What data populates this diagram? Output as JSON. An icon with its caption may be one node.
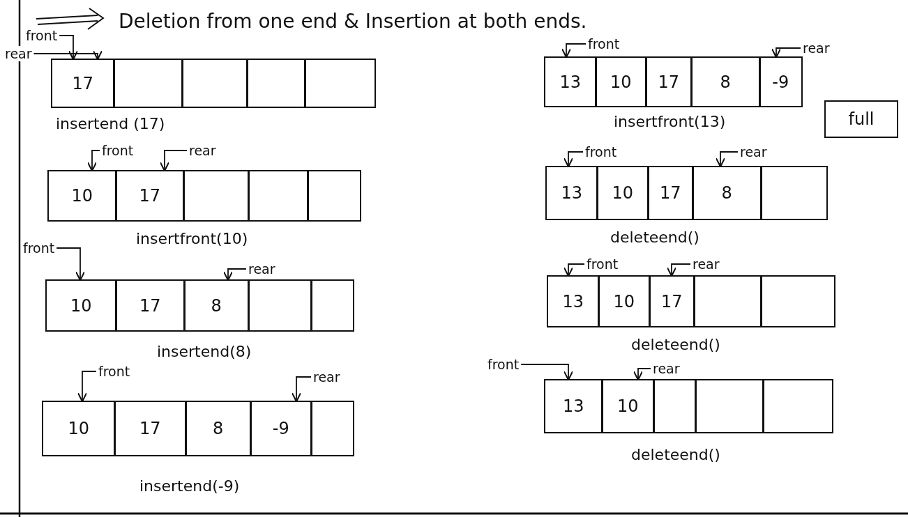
{
  "diagram": {
    "title": "Deletion from one end & Insertion at both ends.",
    "nodes": [
      {
        "text": [
          "front"
        ]
      },
      {
        "text": [
          "rear"
        ]
      },
      {
        "text": [
          "17"
        ]
      },
      {
        "text": [],
        "shape": "box"
      },
      {
        "text": [],
        "shape": "box"
      },
      {
        "text": [],
        "shape": "box"
      },
      {
        "text": [],
        "shape": "box"
      },
      {
        "text": [
          "front"
        ]
      },
      {
        "text": [
          "rear"
        ]
      },
      {
        "text": [
          "10"
        ]
      },
      {
        "text": [
          "17"
        ]
      },
      {
        "text": [],
        "shape": "box"
      },
      {
        "text": [],
        "shape": "box"
      },
      {
        "text": [],
        "shape": "box"
      },
      {
        "text": [
          "front"
        ]
      },
      {
        "text": [
          "rear"
        ]
      },
      {
        "text": [
          "10"
        ]
      },
      {
        "text": [
          "17"
        ]
      },
      {
        "text": [
          "8"
        ]
      },
      {
        "text": [],
        "shape": "box"
      },
      {
        "text": [],
        "shape": "box"
      },
      {
        "text": [
          "front"
        ]
      },
      {
        "text": [
          "rear"
        ]
      },
      {
        "text": [
          "10"
        ]
      },
      {
        "text": [
          "17"
        ]
      },
      {
        "text": [
          "8"
        ]
      },
      {
        "text": [
          "-9"
        ]
      },
      {
        "text": [],
        "shape": "box"
      },
      {
        "text": [
          "front"
        ]
      },
      {
        "text": [
          "rear"
        ]
      },
      {
        "text": [
          "13"
        ]
      },
      {
        "text": [
          "10"
        ]
      },
      {
        "text": [
          "17"
        ]
      },
      {
        "text": [
          "8"
        ]
      },
      {
        "text": [
          "-9"
        ]
      },
      {
        "text": [
          "front"
        ]
      },
      {
        "text": [
          "rear"
        ]
      },
      {
        "text": [
          "13"
        ]
      },
      {
        "text": [
          "10"
        ]
      },
      {
        "text": [
          "17"
        ]
      },
      {
        "text": [
          "8"
        ]
      },
      {
        "text": [],
        "shape": "box"
      },
      {
        "text": [
          "front"
        ]
      },
      {
        "text": [
          "rear"
        ]
      },
      {
        "text": [
          "13"
        ]
      },
      {
        "text": [
          "10"
        ]
      },
      {
        "text": [
          "17"
        ]
      },
      {
        "text": [],
        "shape": "box"
      },
      {
        "text": [],
        "shape": "box"
      },
      {
        "text": [
          "front"
        ]
      },
      {
        "text": [
          "rear"
        ]
      },
      {
        "text": [
          "13"
        ]
      },
      {
        "text": [
          "10"
        ]
      },
      {
        "text": [],
        "shape": "box"
      },
      {
        "text": [],
        "shape": "box"
      },
      {
        "text": [],
        "shape": "box"
      },
      {
        "text": [
          "full"
        ]
      }
    ],
    "edges": [
      {
        "from": 0,
        "to": 2,
        "arrow": "to"
      },
      {
        "from": 1,
        "to": 2,
        "arrow": "to"
      },
      {
        "from": 7,
        "to": 9,
        "arrow": "to"
      },
      {
        "from": 8,
        "to": 10,
        "arrow": "to"
      },
      {
        "from": 14,
        "to": 16,
        "arrow": "to"
      },
      {
        "from": 15,
        "to": 18,
        "arrow": "to"
      },
      {
        "from": 21,
        "to": 23,
        "arrow": "to"
      },
      {
        "from": 22,
        "to": 26,
        "arrow": "to"
      },
      {
        "from": 28,
        "to": 30,
        "arrow": "to"
      },
      {
        "from": 29,
        "to": 34,
        "arrow": "to"
      },
      {
        "from": 35,
        "to": 37,
        "arrow": "to"
      },
      {
        "from": 36,
        "to": 40,
        "arrow": "to"
      },
      {
        "from": 42,
        "to": 44,
        "arrow": "to"
      },
      {
        "from": 43,
        "to": 46,
        "arrow": "to"
      },
      {
        "from": 49,
        "to": 51,
        "arrow": "to"
      },
      {
        "from": 50,
        "to": 52,
        "arrow": "to"
      }
    ],
    "labels": [
      "insertend (17)",
      "insertfront(10)",
      "insertend(8)",
      "insertend(-9)",
      "insertfront(13)",
      "deleteend()",
      "deleteend()",
      "deleteend()"
    ]
  }
}
